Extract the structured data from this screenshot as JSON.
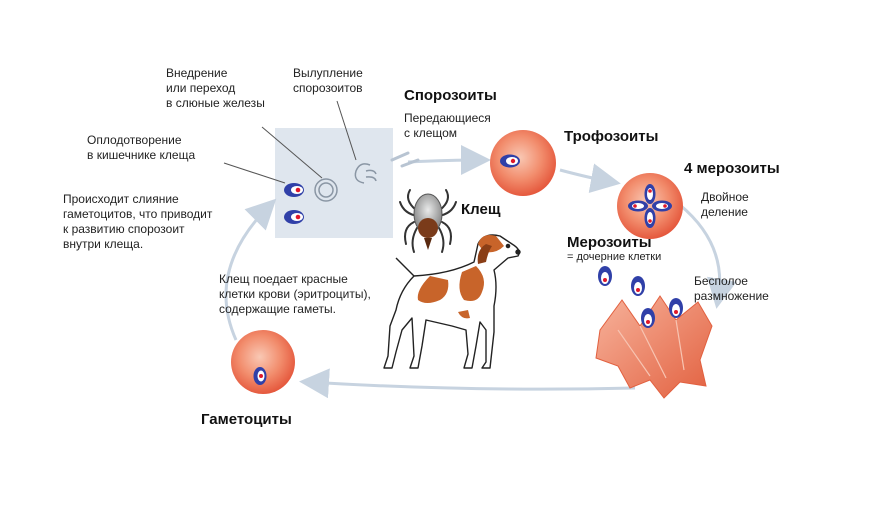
{
  "stages": {
    "sporozoites": "Спорозоиты",
    "trophozoites": "Трофозоиты",
    "four_merozoites": "4 мерозоиты",
    "merozoites": "Мерозоиты",
    "gametocytes": "Гаметоциты",
    "tick": "Клещ"
  },
  "notes": {
    "invasion": "Внедрение\nили переход\nв слюные железы",
    "sporozoite_release": "Вылупление\nспорозоитов",
    "fertilization": "Оплодотворение\nв кишечнике клеща",
    "fusion": "Происходит слияние\nгаметоцитов, что приводит\nк развитию спорозоит\nвнутри клеща.",
    "transmitted": "Передающиеся\nс клещом",
    "binary_division": "Двойное\nделение",
    "daughter_cells": "= дочерние клетки",
    "asexual": "Бесполое\nразмножение",
    "tick_feeds": "Клещ поедает красные\nклетки крови (эритроциты),\nсодержащие гаметы."
  },
  "colors": {
    "rbc_center": "#f7b29a",
    "rbc_edge": "#e8603e",
    "parasite_blue": "#2f3aa0",
    "parasite_red": "#e0182a",
    "cycle_arrow": "#c7d3e0",
    "panel": "#dfe6ee"
  }
}
